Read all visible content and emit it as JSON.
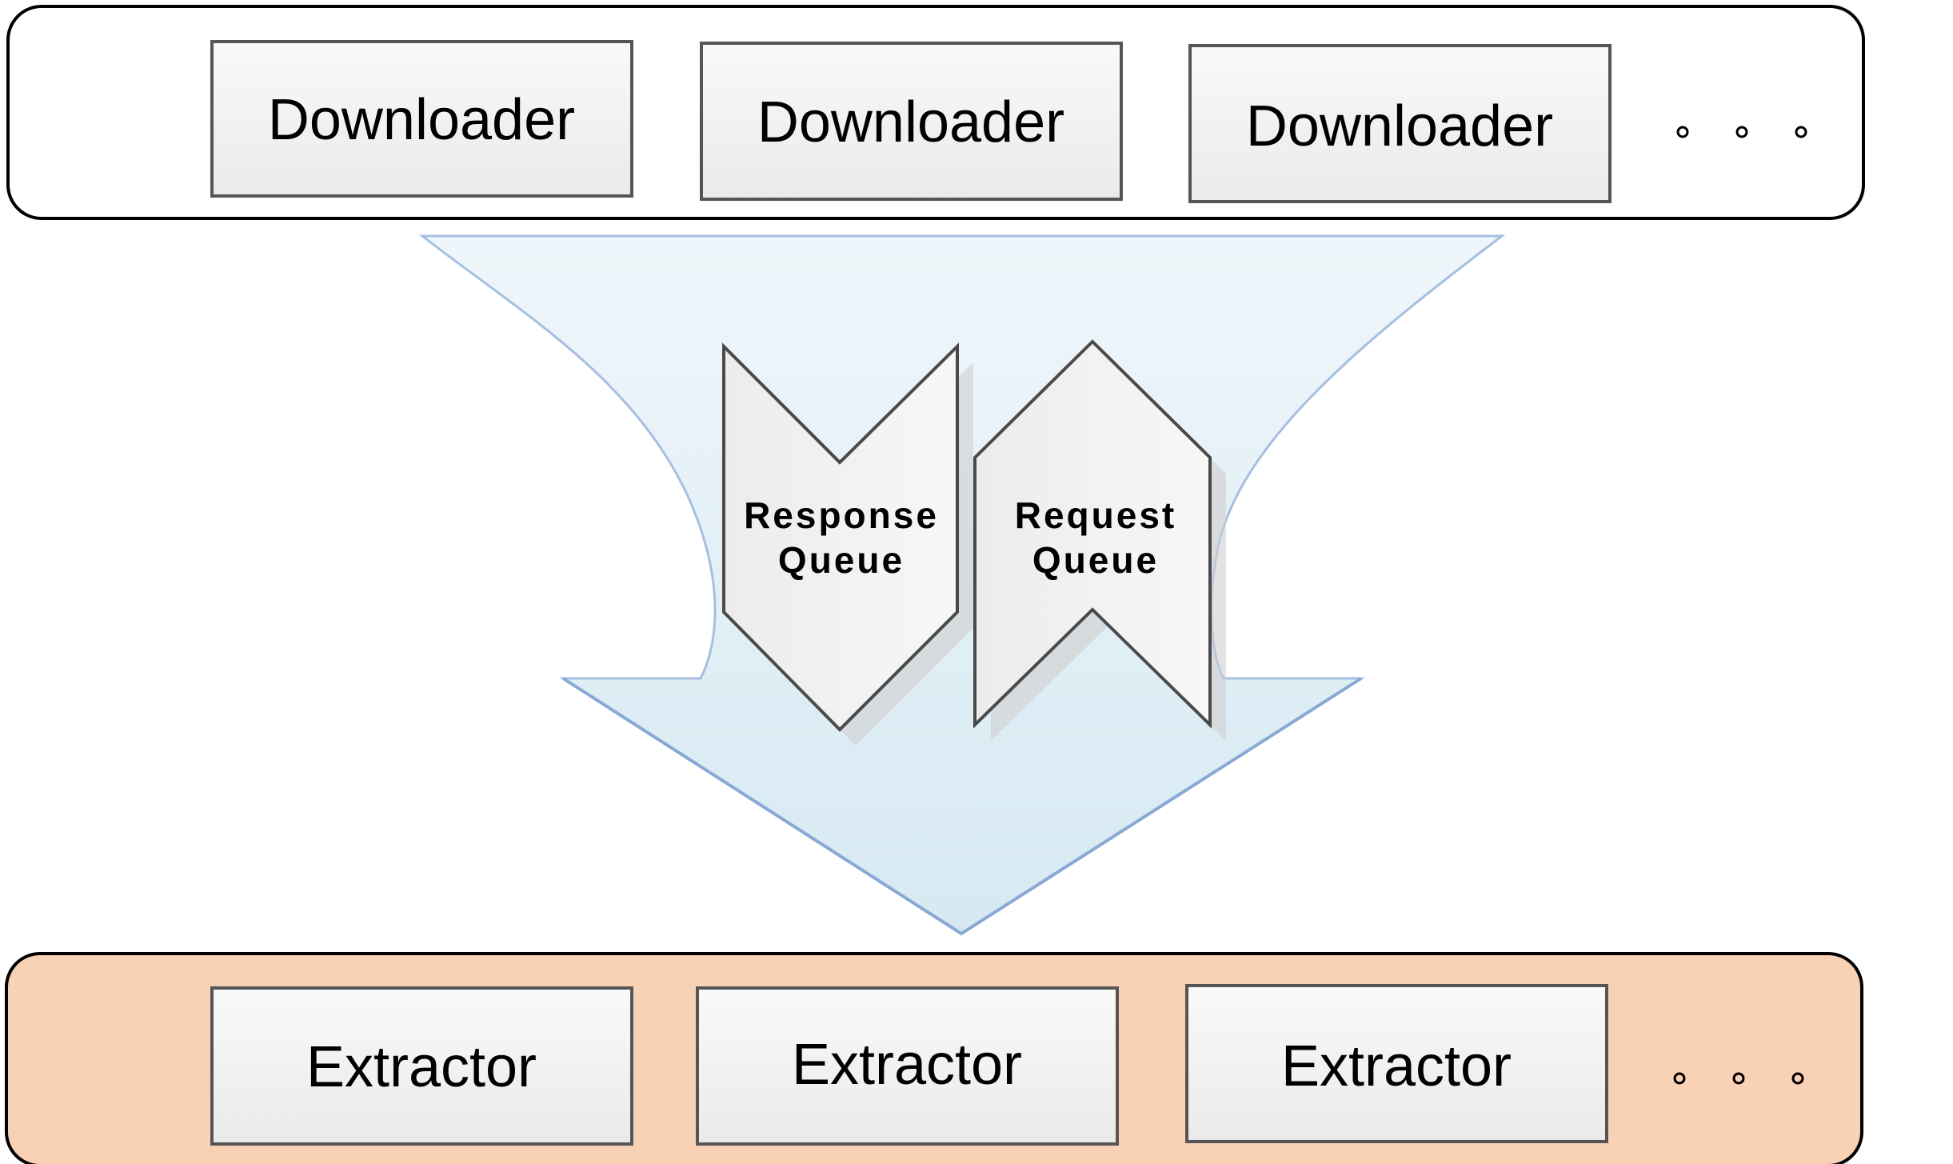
{
  "downloaders": {
    "items": [
      "Downloader",
      "Downloader",
      "Downloader"
    ],
    "ellipsis": "..."
  },
  "queues": {
    "response": [
      "Response",
      "Queue"
    ],
    "request": [
      "Request",
      "Queue"
    ]
  },
  "extractors": {
    "items": [
      "Extractor",
      "Extractor",
      "Extractor"
    ],
    "ellipsis": "..."
  },
  "colors": {
    "extractor_band_fill": "#f9d1b4",
    "funnel_fill": "#dfeef6",
    "funnel_stroke": "#88a9d4",
    "box_fill": "#f4f4f4",
    "box_stroke": "#555555"
  }
}
